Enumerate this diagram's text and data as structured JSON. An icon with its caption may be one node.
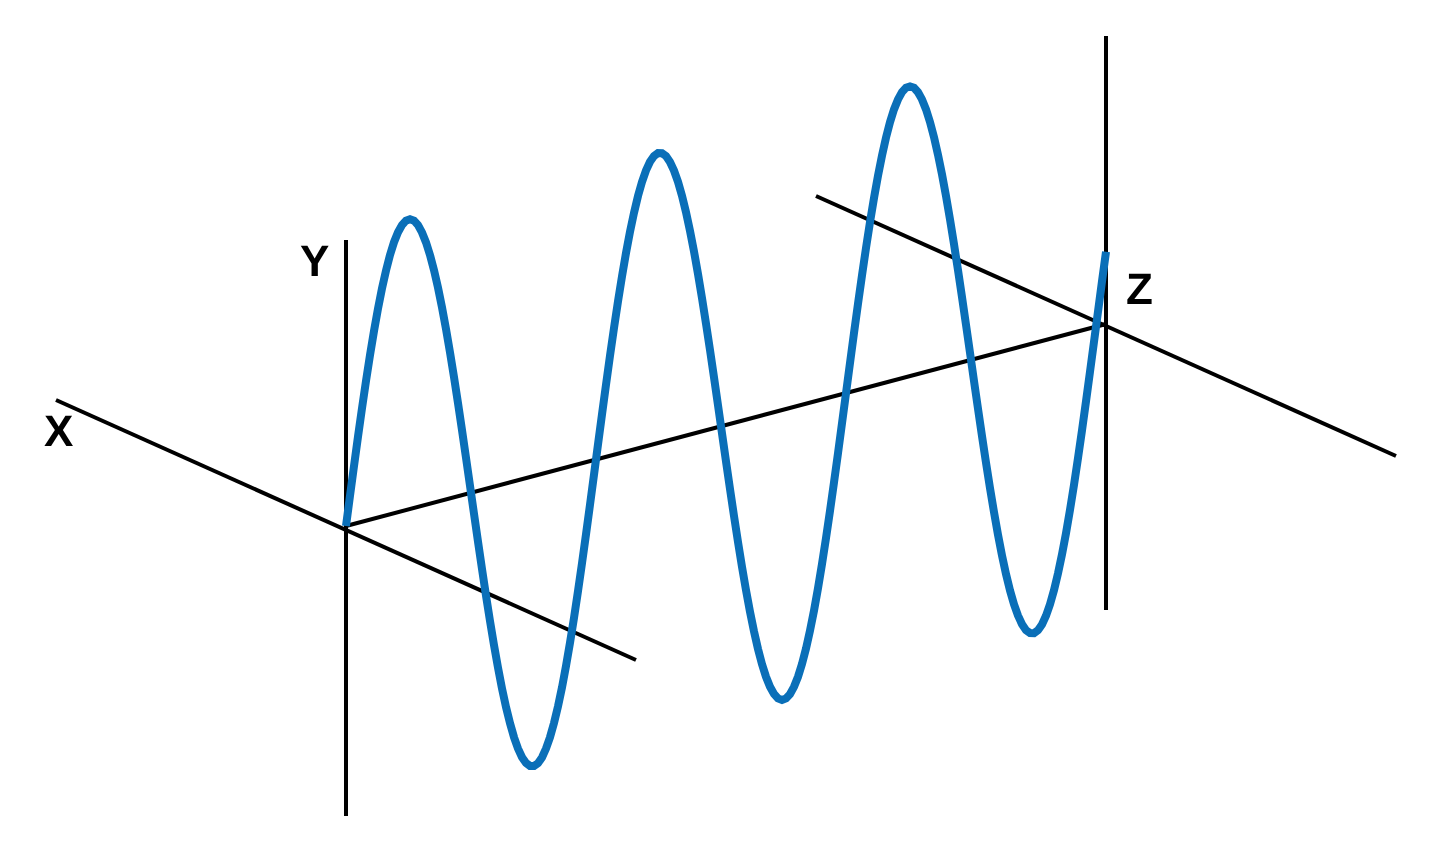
{
  "diagram": {
    "labels": [
      "Y",
      "Z",
      "X"
    ]
  }
}
